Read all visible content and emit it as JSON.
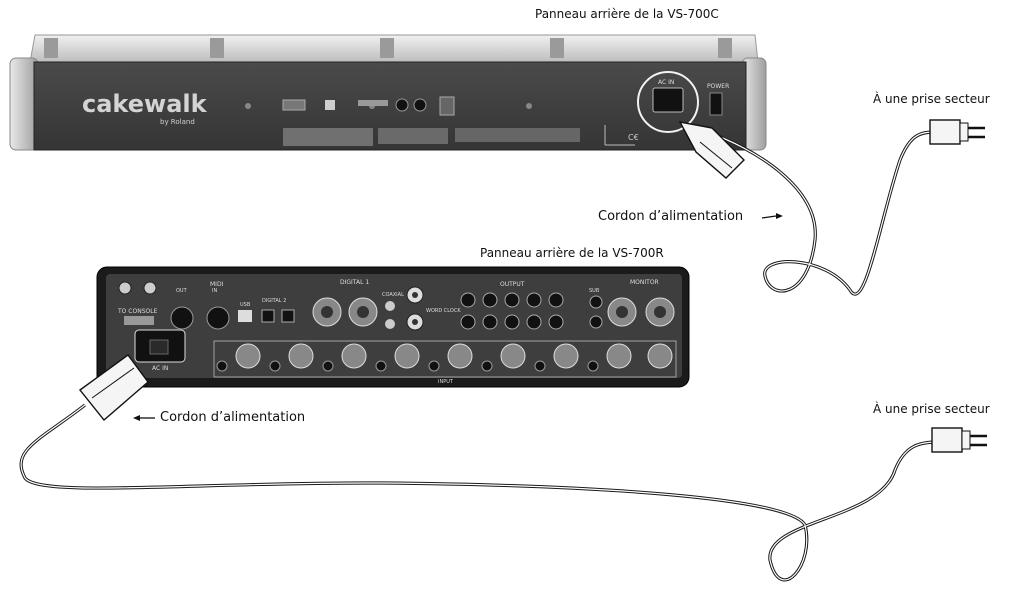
{
  "labels": {
    "vs700c_title": "Panneau arrière de la VS-700C",
    "vs700r_title": "Panneau arrière de la VS-700R",
    "outlet_top": "À une prise secteur",
    "outlet_bottom": "À une prise secteur",
    "cord_top": "Cordon d’alimentation",
    "cord_bottom": "Cordon d’alimentation"
  },
  "panel_text": {
    "brand": "cakewalk",
    "brand_sub": "by Roland",
    "ac_in_top": "AC IN",
    "power": "POWER",
    "ac_in_bottom": "AC IN",
    "to_console": "TO CONSOLE",
    "midi": "MIDI",
    "out": "OUT",
    "in": "IN",
    "usb": "USB",
    "digital_1": "DIGITAL 1",
    "digital_2": "DIGITAL 2",
    "coaxial": "COAXIAL",
    "word_clock": "WORD CLOCK",
    "output": "OUTPUT",
    "monitor": "MONITOR",
    "sub": "SUB",
    "input": "INPUT"
  }
}
